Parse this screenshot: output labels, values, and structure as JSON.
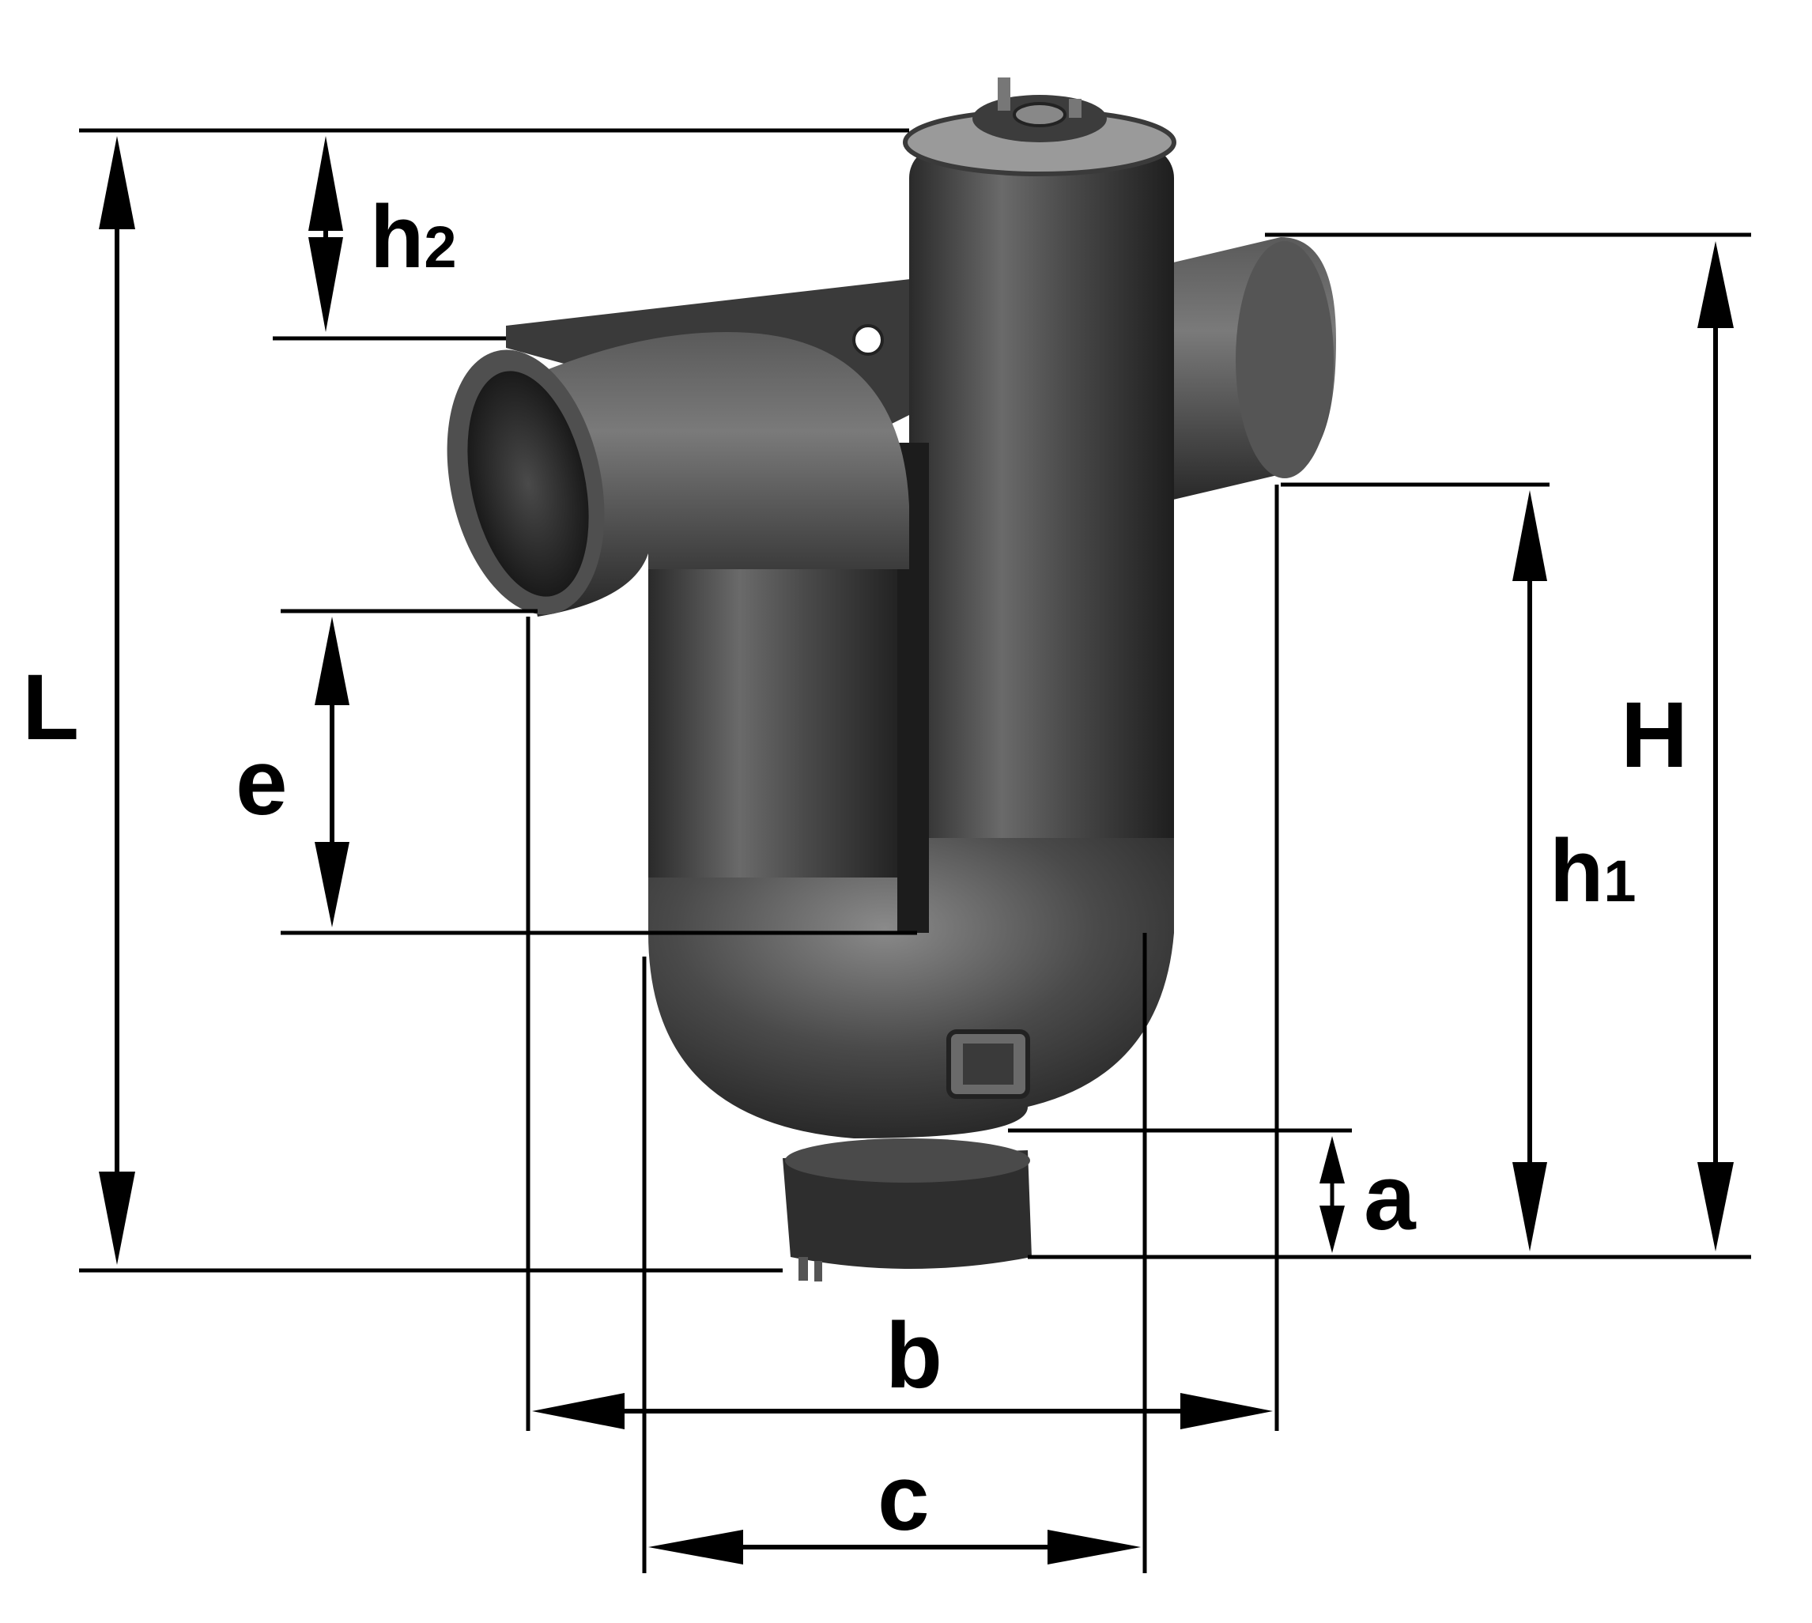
{
  "labels": {
    "L": "L",
    "h2_main": "h",
    "h2_sub": "2",
    "e": "e",
    "H": "H",
    "h1_main": "h",
    "h1_sub": "1",
    "a": "a",
    "b": "b",
    "c": "c"
  },
  "colors": {
    "line": "#000000",
    "body_dark": "#2b2b2b",
    "body_mid": "#4a4a4a",
    "body_light": "#8a8a8a",
    "background": "#ffffff"
  }
}
